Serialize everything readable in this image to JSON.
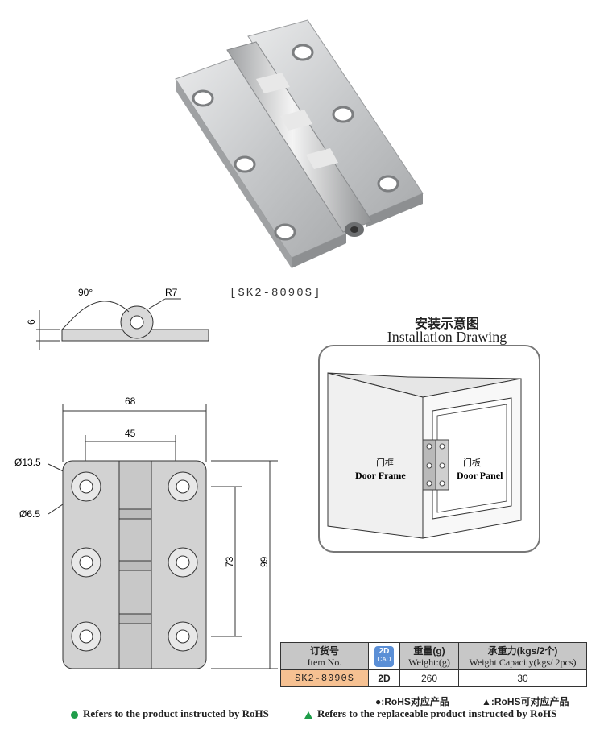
{
  "product": {
    "model_label": "[SK2-8090S]"
  },
  "side_view": {
    "angle": "90°",
    "radius": "R7",
    "height": "6"
  },
  "front_view": {
    "width": "68",
    "hole_spacing_h": "45",
    "hole_spacing_v": "73",
    "height": "99",
    "outer_diameter": "Ø13.5",
    "inner_diameter": "Ø6.5"
  },
  "installation": {
    "title_zh": "安装示意图",
    "title_en": "Installation Drawing",
    "frame_zh": "门框",
    "frame_en": "Door Frame",
    "panel_zh": "门板",
    "panel_en": "Door Panel"
  },
  "spec_table": {
    "col_item_zh": "订货号",
    "col_item_en": "Item No.",
    "badge_text": "2D",
    "badge_sub": "CAD",
    "col_weight_zh": "重量(g)",
    "col_weight_en": "Weight:(g)",
    "col_capacity_zh": "承重力(kgs/2个)",
    "col_capacity_en": "Weight Capacity(kgs/ 2pcs)",
    "row": {
      "item": "SK2-8090S",
      "cad": "2D",
      "weight": "260",
      "capacity": "30"
    }
  },
  "legend": {
    "rohs_zh": "●:RoHS对应产品",
    "replaceable_zh": "▲:RoHS可对应产品",
    "rohs_en": "Refers to the product instructed by RoHS",
    "replaceable_en": "Refers to the replaceable product instructed by RoHS"
  },
  "colors": {
    "legend_green": "#1f9d4a",
    "table_highlight": "#f6c192",
    "cad_badge": "#5b8fd6"
  }
}
